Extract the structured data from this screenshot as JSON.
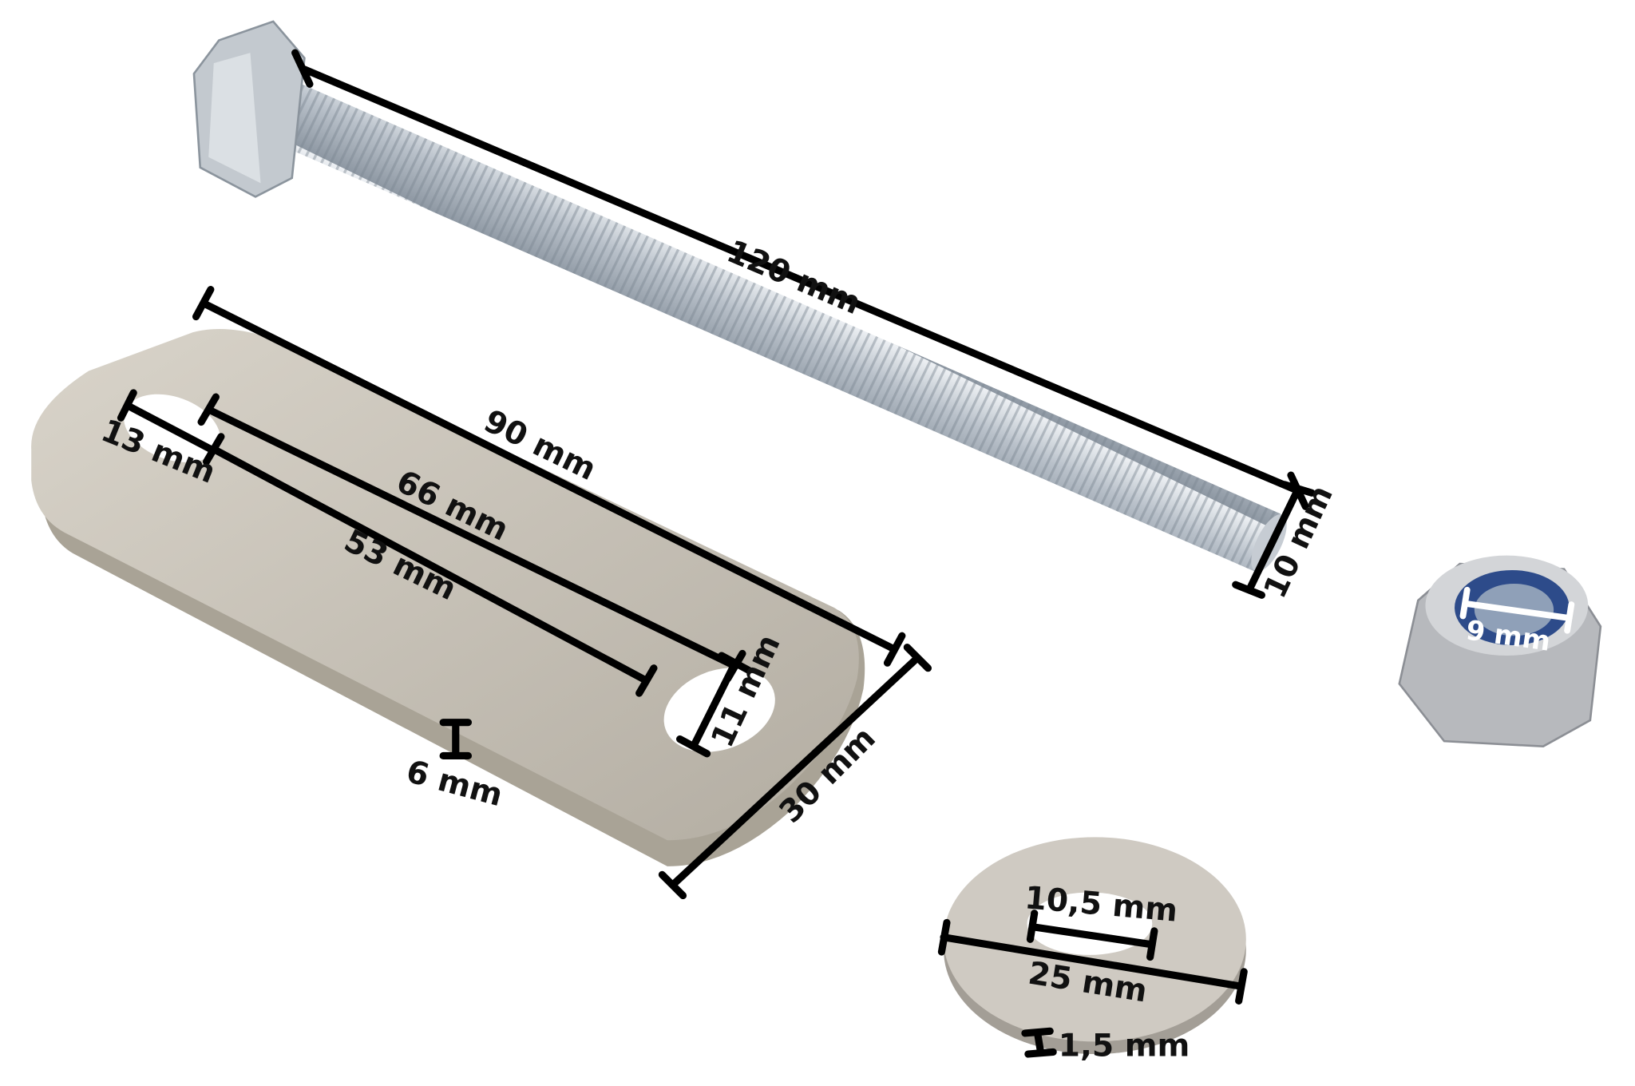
{
  "title": "Leaf spring shackle kit dimensions",
  "colors": {
    "zinc": "#c9cfd6",
    "steel": "#c8c2b6",
    "dimension": "#000000",
    "nylon_insert": "#2d4b8a"
  },
  "parts": {
    "bolt": {
      "length_label": "120 mm",
      "diameter_label": "10 mm"
    },
    "plate": {
      "length_label": "90 mm",
      "outer_hole_distance_label": "66 mm",
      "inner_hole_distance_label": "53 mm",
      "slot_hole_label": "13 mm",
      "round_hole_label": "11 mm",
      "width_label": "30 mm",
      "thickness_label": "6 mm"
    },
    "nut": {
      "inner_diameter_label": "9 mm"
    },
    "washer": {
      "inner_diameter_label": "10,5 mm",
      "outer_diameter_label": "25 mm",
      "thickness_label": "1,5 mm"
    }
  }
}
